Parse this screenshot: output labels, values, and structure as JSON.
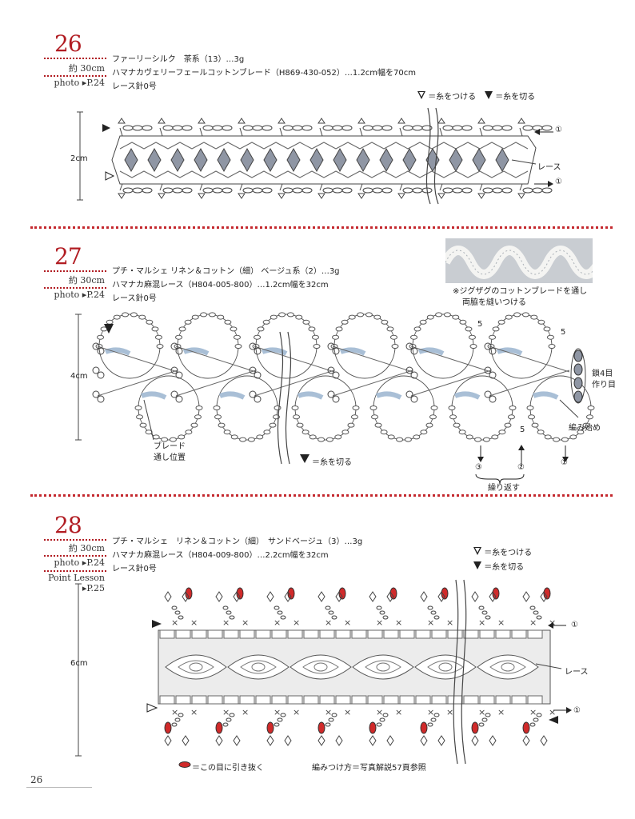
{
  "page_number": "26",
  "colors": {
    "accent": "#b11c22",
    "lace_fill": "#8f96a4",
    "braid_highlight": "#a9bfd6",
    "pull_through": "#d02a2a"
  },
  "sections": [
    {
      "number": "26",
      "size": "約 30cm",
      "photo_ref": "photo ▸P.24",
      "materials": [
        "ファーリーシルク　茶系（13）…3g",
        "ハマナカヴェリーフェールコットンブレード（H869-430-052）…1.2cm幅を70cm",
        "レース針0号"
      ],
      "legend_attach": "＝糸をつける",
      "legend_cut": "＝糸を切る",
      "dimension": "2cm",
      "lace_label": "レース",
      "row_marker": "①"
    },
    {
      "number": "27",
      "size": "約 30cm",
      "photo_ref": "photo ▸P.24",
      "materials": [
        "プチ・マルシェ リネン＆コットン（細） ベージュ系（2）…3g",
        "ハマナカ麻混レース（H804-005-800）…1.2cm幅を32cm",
        "レース針0号"
      ],
      "photo_note_1": "※ジグザグのコットンブレードを通し",
      "photo_note_2": "両脇を縫いつける",
      "dimension": "4cm",
      "braid_label_1": "ブレード",
      "braid_label_2": "通し位置",
      "legend_cut": "＝糸を切る",
      "chain_label_1": "鎖4目",
      "chain_label_2": "作り目",
      "start_label": "編み始め",
      "repeat_label": "繰り返す",
      "marker_1": "①",
      "marker_2": "②",
      "marker_3": "③",
      "count_5": "5"
    },
    {
      "number": "28",
      "size": "約 30cm",
      "photo_ref": "photo ▸P.24",
      "point_ref": "Point Lesson ▸P.25",
      "materials": [
        "プチ・マルシェ　リネン＆コットン（細）　サンドベージュ（3）…3g",
        "ハマナカ麻混レース（H804-009-800）…2.2cm幅を32cm",
        "レース針0号"
      ],
      "legend_attach": "＝糸をつける",
      "legend_cut": "＝糸を切る",
      "dimension": "6cm",
      "lace_label": "レース",
      "row_marker": "①",
      "pull_note": "＝この目に引き抜く",
      "method_note": "編みつけ方＝写真解説57頁参照"
    }
  ]
}
